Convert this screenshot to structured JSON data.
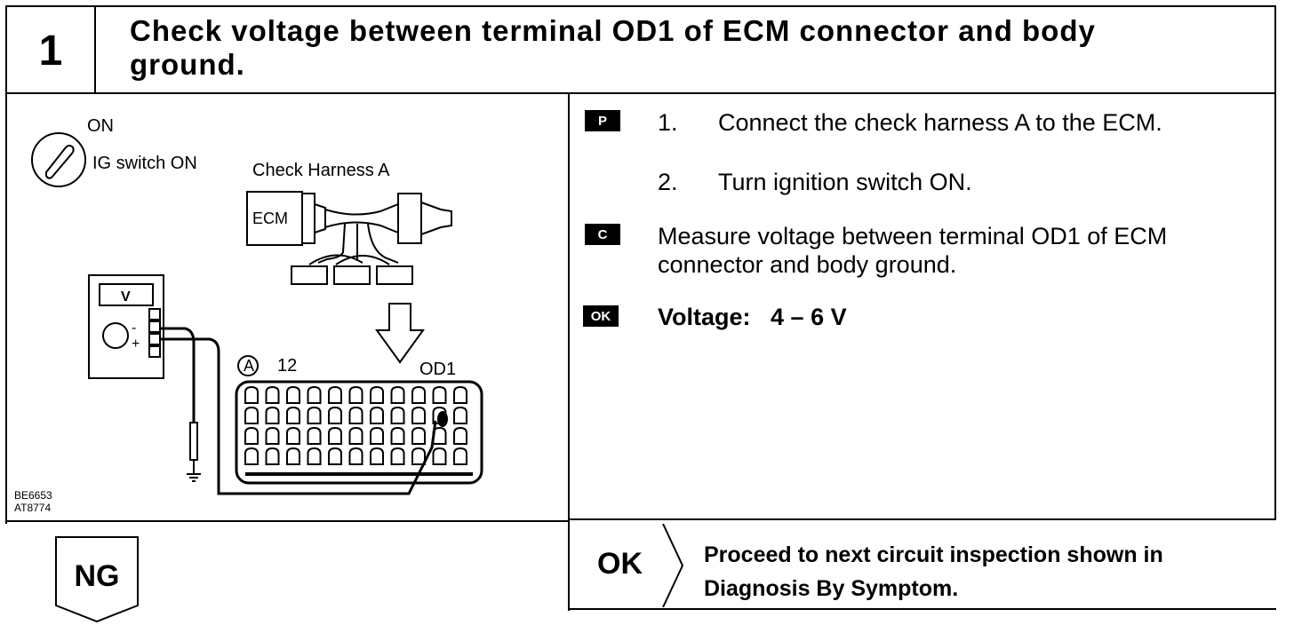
{
  "step": {
    "number": "1",
    "title_line1": "Check voltage between terminal OD1 of ECM connector and body",
    "title_line2": "ground."
  },
  "figure": {
    "ig_on_label": "ON",
    "ig_switch_label": "IG switch ON",
    "harness_label": "Check Harness A",
    "ecm_label": "ECM",
    "meter_unit": "V",
    "meter_minus": "-",
    "meter_plus": "+",
    "connector_letter": "A",
    "terminal_12": "12",
    "terminal_od1": "OD1",
    "code1": "BE6653",
    "code2": "AT8774"
  },
  "badges": {
    "prep": "P",
    "check": "C",
    "ok": "OK"
  },
  "instructions": [
    {
      "num": "1.",
      "text": "Connect the check harness A to the ECM."
    },
    {
      "num": "2.",
      "text": "Turn ignition switch ON."
    }
  ],
  "measure_text": "Measure voltage between terminal OD1 of ECM connector and body ground.",
  "result": {
    "label": "Voltage:",
    "value": "4 – 6 V"
  },
  "ng_label": "NG",
  "ok_branch": {
    "label": "OK",
    "text": "Proceed to next circuit inspection shown in Diagnosis By Symptom."
  }
}
